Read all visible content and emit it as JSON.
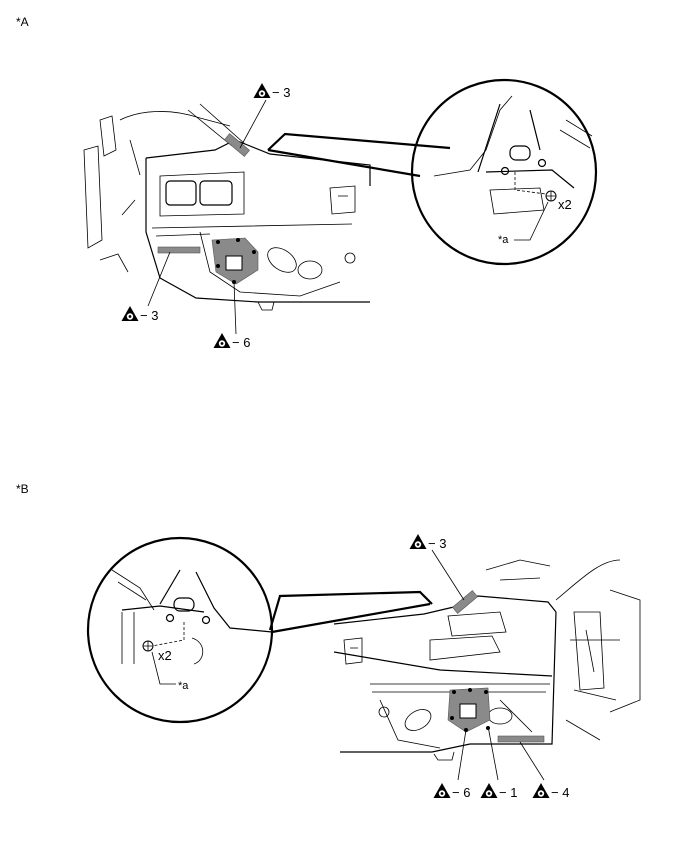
{
  "views": {
    "a": {
      "tag": "*A"
    },
    "b": {
      "tag": "*B"
    }
  },
  "symbol_icon": "weld-point-triangle-icon",
  "callouts": {
    "a_top": "− 3",
    "a_left": "− 3",
    "a_bottom": "− 6",
    "b_top": "− 3",
    "b_bottom_6": "− 6",
    "b_bottom_1": "− 1",
    "b_bottom_4": "− 4"
  },
  "detail": {
    "a_multiplier": "x2",
    "a_label": "*a",
    "b_multiplier": "x2",
    "b_label": "*a"
  },
  "colors": {
    "line": "#000000",
    "weld_band": "#8a8a8a"
  }
}
